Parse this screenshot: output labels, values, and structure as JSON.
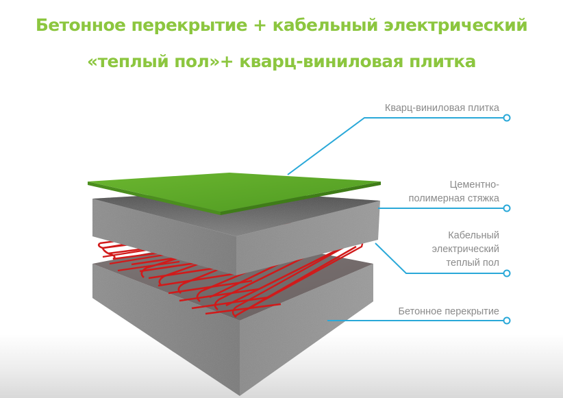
{
  "title": {
    "line1": "Бетонное перекрытие + кабельный электрический",
    "line2": "«теплый пол»+ кварц-виниловая плитка"
  },
  "labels": {
    "tile": "Кварц-виниловая плитка",
    "screed_line1": "Цементно-",
    "screed_line2": "полимерная стяжка",
    "cable_line1": "Кабельный",
    "cable_line2": "электрический",
    "cable_line3": "теплый пол",
    "slab": "Бетонное перекрытие"
  },
  "colors": {
    "title": "#8cc63f",
    "tile": "#5aa52a",
    "concrete": "#8a8a8a",
    "cable": "#d11a1a",
    "leader": "#29a8d8",
    "label_text": "#8a8a8a"
  }
}
